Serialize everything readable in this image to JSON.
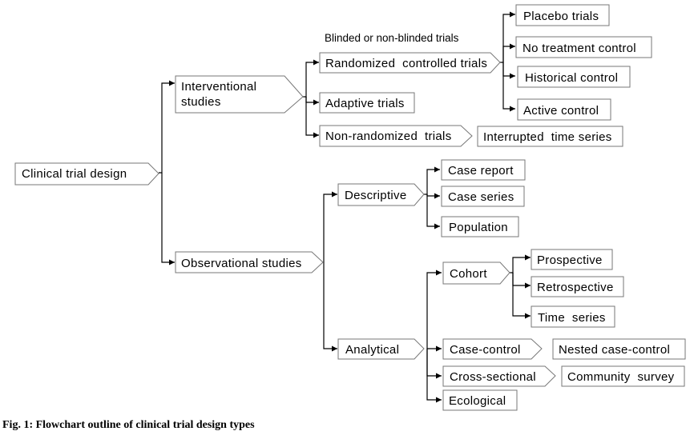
{
  "caption": "Fig. 1: Flowchart outline of clinical trial design types",
  "annotations": {
    "blinded": "Blinded or non-blinded trials"
  },
  "nodes": {
    "root": "Clinical trial design",
    "interventional": [
      "Interventional",
      "studies"
    ],
    "observational": "Observational studies",
    "rct": "Randomized  controlled trials",
    "adaptive": "Adaptive trials",
    "nonrandomized": "Non-randomized  trials",
    "placebo": "Placebo trials",
    "no_treatment": "No treatment control",
    "historical": "Historical control",
    "active": "Active control",
    "interrupted": "Interrupted  time series",
    "descriptive": "Descriptive",
    "analytical": "Analytical",
    "case_report": "Case report",
    "case_series": "Case series",
    "population": "Population",
    "cohort": "Cohort",
    "case_control": "Case-control",
    "cross_sectional": "Cross-sectional",
    "ecological": "Ecological",
    "prospective": "Prospective",
    "retrospective": "Retrospective",
    "time_series": "Time  series",
    "nested": "Nested case-control",
    "community": "Community  survey"
  }
}
